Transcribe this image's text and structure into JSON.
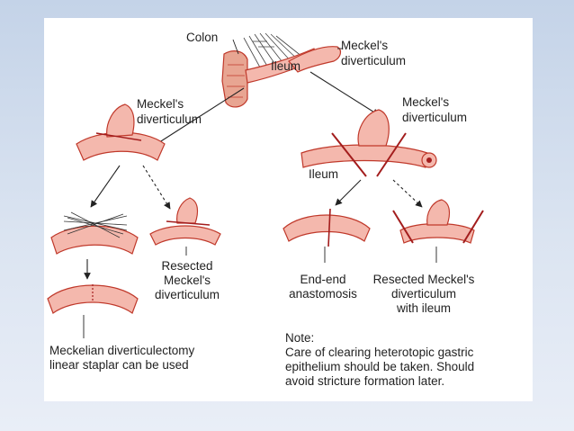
{
  "labels": {
    "colon": "Colon",
    "meckels_top": "Meckel's\ndiverticulum",
    "ileum_top": "Ileum",
    "meckels_left": "Meckel's\ndiverticulum",
    "meckels_right": "Meckel's\ndiverticulum",
    "ileum_right": "Ileum",
    "resected_left": "Resected\nMeckel's\ndiverticulum",
    "end_end": "End-end\nanastomosis",
    "resected_right": "Resected Meckel's\ndiverticulum\nwith ileum",
    "linear_stapler": "Meckelian diverticulectomy\nlinear staplar can be used"
  },
  "note": {
    "heading": "Note:",
    "line1": "Care of clearing heterotopic gastric",
    "line2": "epithelium should be taken. Should",
    "line3": "avoid stricture formation later."
  },
  "colors": {
    "tissue_fill": "#f4b8ad",
    "tissue_stroke": "#c0392b",
    "colon_fill": "#e8a592",
    "cut_line": "#a31d1d",
    "panel": "#ffffff"
  }
}
